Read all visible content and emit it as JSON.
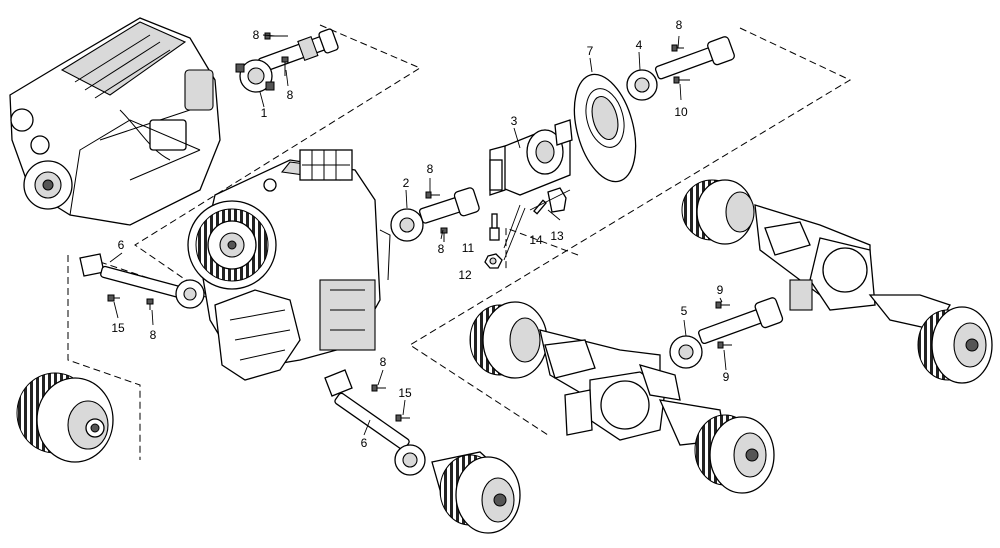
{
  "callouts": [
    "8",
    "8",
    "1",
    "7",
    "4",
    "8",
    "10",
    "3",
    "2",
    "8",
    "8",
    "6",
    "14",
    "13",
    "11",
    "12",
    "15",
    "8",
    "9",
    "5",
    "9",
    "8",
    "15",
    "6"
  ]
}
